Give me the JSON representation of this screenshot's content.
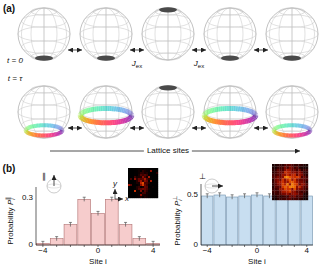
{
  "diagram": {
    "labels": [
      "(a)",
      "t = 0",
      "t = τ",
      "J",
      "ex",
      "J",
      "ex",
      "Lattice sites",
      "(b)",
      "∥",
      "Probability",
      "P",
      "i",
      "∥",
      "0.3",
      "0",
      "−4",
      "0",
      "4",
      "Site i",
      "y",
      "x",
      "⊥",
      "Probability",
      "P",
      "i",
      "⊥",
      "0.5",
      "0",
      "−4",
      "0",
      "4",
      "Site i"
    ]
  }
}
